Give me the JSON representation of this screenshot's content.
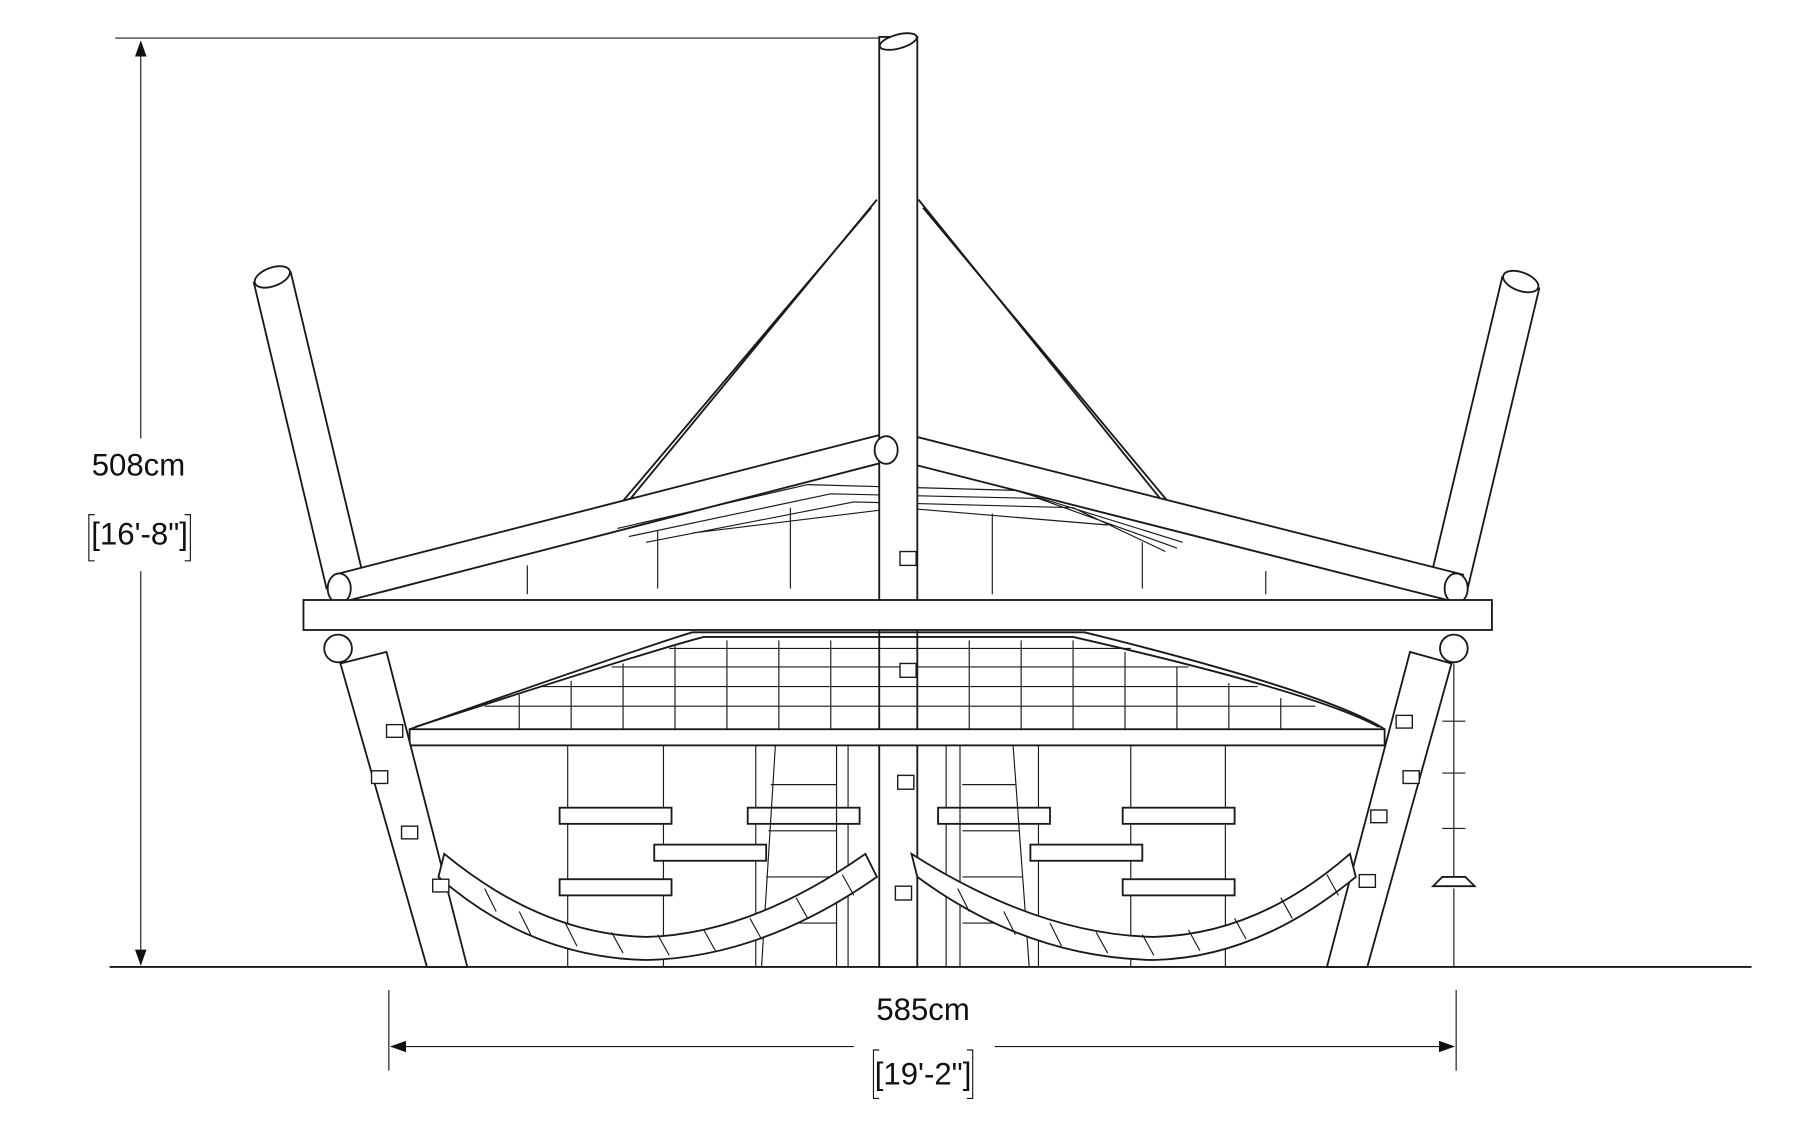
{
  "drawing": {
    "height_metric": "508cm",
    "height_imperial": "[16'-8\"]",
    "width_metric": "585cm",
    "width_imperial": "[19'-2\"]"
  }
}
